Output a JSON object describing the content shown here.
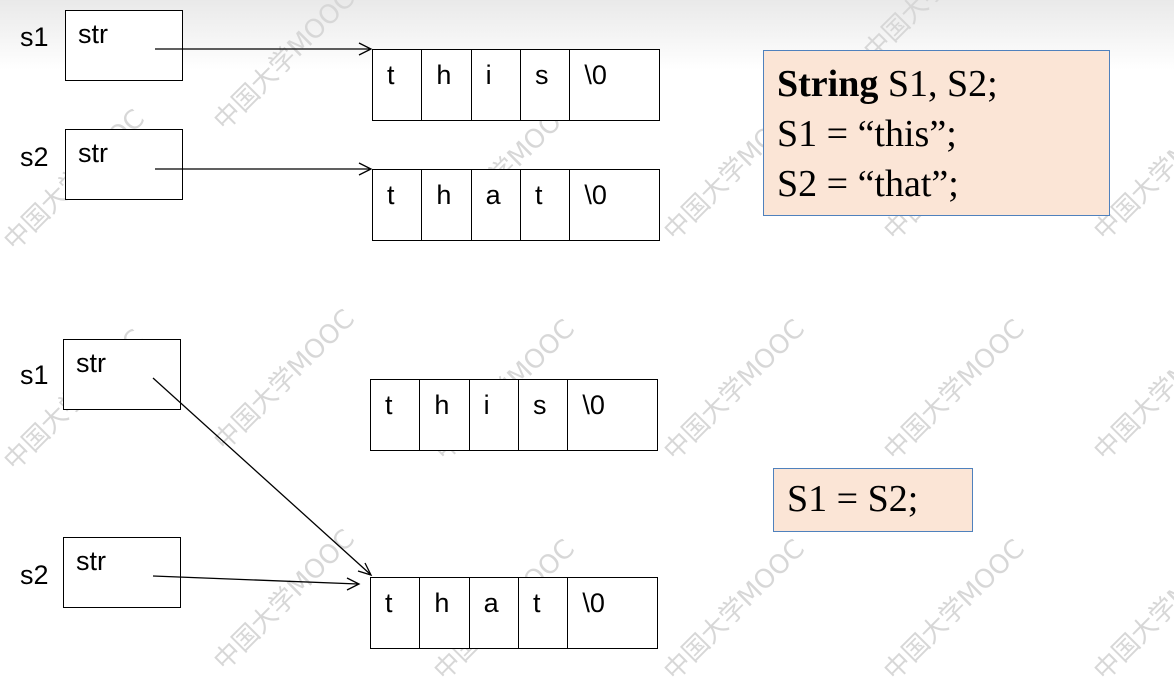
{
  "top": {
    "s1": {
      "var_label": "s1",
      "field_label": "str",
      "cells": [
        "t",
        "h",
        "i",
        "s",
        "\\0"
      ]
    },
    "s2": {
      "var_label": "s2",
      "field_label": "str",
      "cells": [
        "t",
        "h",
        "a",
        "t",
        "\\0"
      ]
    }
  },
  "bottom": {
    "s1": {
      "var_label": "s1",
      "field_label": "str"
    },
    "s2": {
      "var_label": "s2",
      "field_label": "str"
    },
    "array_this": [
      "t",
      "h",
      "i",
      "s",
      "\\0"
    ],
    "array_that": [
      "t",
      "h",
      "a",
      "t",
      "\\0"
    ]
  },
  "code_decl": {
    "keyword": "String",
    "decl_rest": " S1, S2;",
    "line2": "S1 = “this”;",
    "line3": "S2 = “that”;"
  },
  "code_assign": {
    "line1": "S1 = S2;"
  },
  "watermark_text": "中国大学MOOC",
  "colors": {
    "code_box_fill": "#fbe5d6",
    "code_box_border": "#4f81bd"
  }
}
